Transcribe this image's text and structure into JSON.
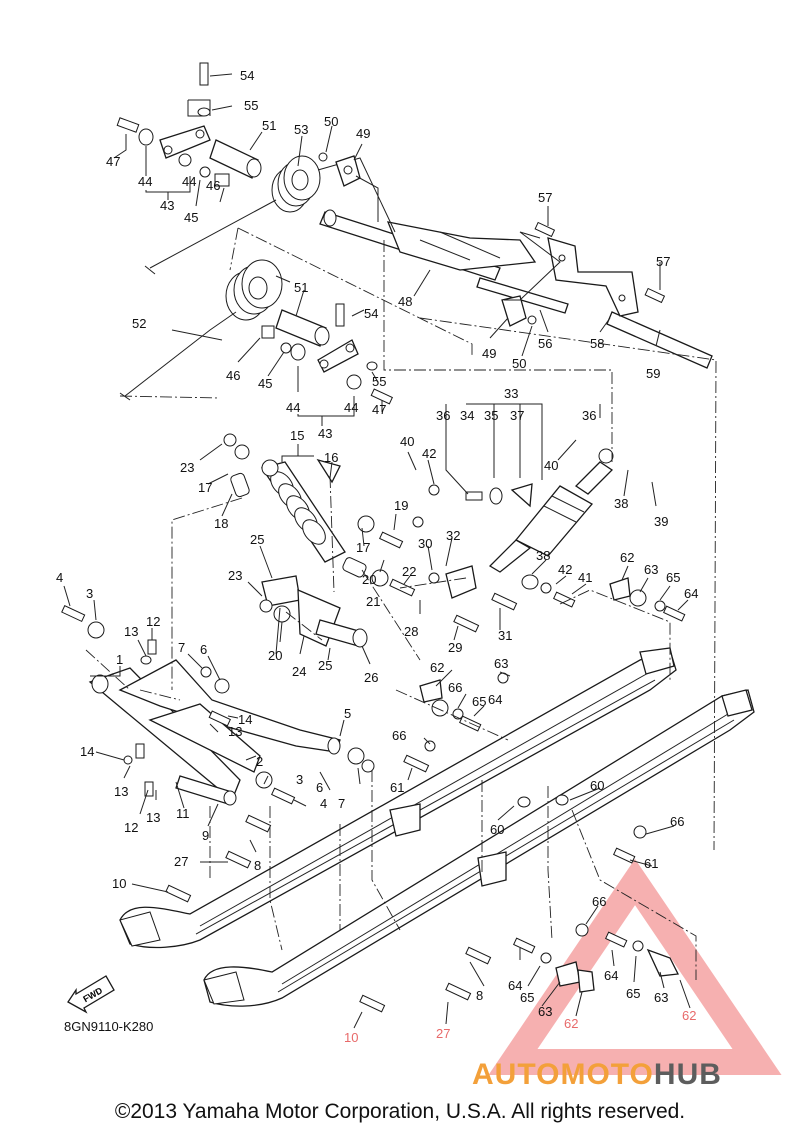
{
  "diagram": {
    "code": "8GN9110-K280",
    "fwd_label": "FWD",
    "copyright": "©2013 Yamaha Motor Corporation, U.S.A. All rights reserved.",
    "watermark": {
      "part1": "AUTOMOTO",
      "part2": "HUB",
      "color_accent": "#f3a03a",
      "color_dark": "#5d5d5d"
    },
    "callouts": [
      {
        "n": "54"
      },
      {
        "n": "55"
      },
      {
        "n": "47"
      },
      {
        "n": "44"
      },
      {
        "n": "43"
      },
      {
        "n": "44"
      },
      {
        "n": "45"
      },
      {
        "n": "46"
      },
      {
        "n": "51"
      },
      {
        "n": "53"
      },
      {
        "n": "50"
      },
      {
        "n": "49"
      },
      {
        "n": "57"
      },
      {
        "n": "57"
      },
      {
        "n": "52"
      },
      {
        "n": "51"
      },
      {
        "n": "54"
      },
      {
        "n": "48"
      },
      {
        "n": "49"
      },
      {
        "n": "50"
      },
      {
        "n": "56"
      },
      {
        "n": "58"
      },
      {
        "n": "59"
      },
      {
        "n": "46"
      },
      {
        "n": "45"
      },
      {
        "n": "44"
      },
      {
        "n": "43"
      },
      {
        "n": "44"
      },
      {
        "n": "55"
      },
      {
        "n": "47"
      },
      {
        "n": "33"
      },
      {
        "n": "36"
      },
      {
        "n": "34"
      },
      {
        "n": "35"
      },
      {
        "n": "37"
      },
      {
        "n": "36"
      },
      {
        "n": "15"
      },
      {
        "n": "16"
      },
      {
        "n": "23"
      },
      {
        "n": "17"
      },
      {
        "n": "18"
      },
      {
        "n": "40"
      },
      {
        "n": "42"
      },
      {
        "n": "40"
      },
      {
        "n": "38"
      },
      {
        "n": "39"
      },
      {
        "n": "19"
      },
      {
        "n": "17"
      },
      {
        "n": "25"
      },
      {
        "n": "20"
      },
      {
        "n": "30"
      },
      {
        "n": "32"
      },
      {
        "n": "38"
      },
      {
        "n": "22"
      },
      {
        "n": "42"
      },
      {
        "n": "41"
      },
      {
        "n": "62"
      },
      {
        "n": "63"
      },
      {
        "n": "65"
      },
      {
        "n": "64"
      },
      {
        "n": "23"
      },
      {
        "n": "21"
      },
      {
        "n": "28"
      },
      {
        "n": "31"
      },
      {
        "n": "4"
      },
      {
        "n": "3"
      },
      {
        "n": "12"
      },
      {
        "n": "13"
      },
      {
        "n": "7"
      },
      {
        "n": "6"
      },
      {
        "n": "20"
      },
      {
        "n": "24"
      },
      {
        "n": "25"
      },
      {
        "n": "26"
      },
      {
        "n": "29"
      },
      {
        "n": "62"
      },
      {
        "n": "63"
      },
      {
        "n": "66"
      },
      {
        "n": "65"
      },
      {
        "n": "64"
      },
      {
        "n": "1"
      },
      {
        "n": "14"
      },
      {
        "n": "13"
      },
      {
        "n": "5"
      },
      {
        "n": "14"
      },
      {
        "n": "2"
      },
      {
        "n": "66"
      },
      {
        "n": "3"
      },
      {
        "n": "6"
      },
      {
        "n": "7"
      },
      {
        "n": "4"
      },
      {
        "n": "61"
      },
      {
        "n": "13"
      },
      {
        "n": "12"
      },
      {
        "n": "13"
      },
      {
        "n": "11"
      },
      {
        "n": "9"
      },
      {
        "n": "60"
      },
      {
        "n": "60"
      },
      {
        "n": "66"
      },
      {
        "n": "8"
      },
      {
        "n": "27"
      },
      {
        "n": "61"
      },
      {
        "n": "10"
      },
      {
        "n": "66"
      },
      {
        "n": "64"
      },
      {
        "n": "65"
      },
      {
        "n": "8"
      },
      {
        "n": "64"
      },
      {
        "n": "65"
      },
      {
        "n": "63"
      },
      {
        "n": "63"
      },
      {
        "n": "62"
      },
      {
        "n": "62"
      },
      {
        "n": "27"
      },
      {
        "n": "10"
      }
    ]
  }
}
